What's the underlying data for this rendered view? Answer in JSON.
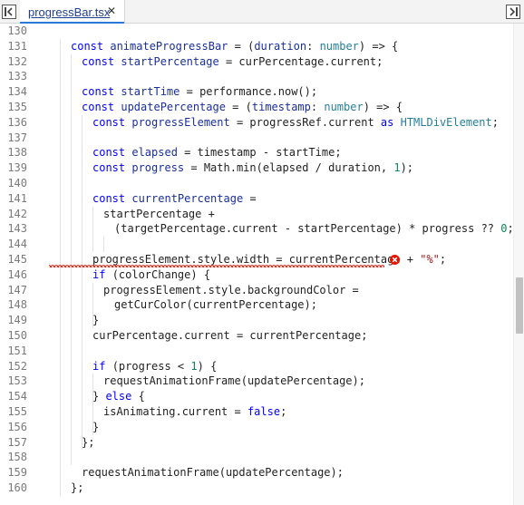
{
  "tab": {
    "label": "progressBar.tsx",
    "close": "✕"
  },
  "colors": {
    "accent": "#2b78d8",
    "error": "#e51400",
    "keyword": "#0000ff",
    "number": "#098658"
  },
  "editor": {
    "lines": [
      {
        "n": "130",
        "tokens": []
      },
      {
        "n": "131",
        "tokens": [
          [
            "kw",
            "const "
          ],
          [
            "var",
            "animateProgressBar"
          ],
          [
            "op",
            " = ("
          ],
          [
            "var",
            "duration"
          ],
          [
            "op",
            ": "
          ],
          [
            "type",
            "number"
          ],
          [
            "op",
            ") => {"
          ]
        ]
      },
      {
        "n": "132",
        "tokens": [
          [
            "kw",
            "const "
          ],
          [
            "var",
            "startPercentage"
          ],
          [
            "op",
            " = curPercentage.current;"
          ]
        ]
      },
      {
        "n": "133",
        "tokens": []
      },
      {
        "n": "134",
        "tokens": [
          [
            "kw",
            "const "
          ],
          [
            "var",
            "startTime"
          ],
          [
            "op",
            " = performance.now();"
          ]
        ]
      },
      {
        "n": "135",
        "tokens": [
          [
            "kw",
            "const "
          ],
          [
            "var",
            "updatePercentage"
          ],
          [
            "op",
            " = ("
          ],
          [
            "var",
            "timestamp"
          ],
          [
            "op",
            ": "
          ],
          [
            "type",
            "number"
          ],
          [
            "op",
            ") => {"
          ]
        ]
      },
      {
        "n": "136",
        "tokens": [
          [
            "kw",
            "const "
          ],
          [
            "var",
            "progressElement"
          ],
          [
            "op",
            " = progressRef.current "
          ],
          [
            "as",
            "as "
          ],
          [
            "cls",
            "HTMLDivElement"
          ],
          [
            "op",
            ";"
          ]
        ]
      },
      {
        "n": "137",
        "tokens": []
      },
      {
        "n": "138",
        "tokens": [
          [
            "kw",
            "const "
          ],
          [
            "var",
            "elapsed"
          ],
          [
            "op",
            " = timestamp - startTime;"
          ]
        ]
      },
      {
        "n": "139",
        "tokens": [
          [
            "kw",
            "const "
          ],
          [
            "var",
            "progress"
          ],
          [
            "op",
            " = Math.min(elapsed / duration, "
          ],
          [
            "num",
            "1"
          ],
          [
            "op",
            ");"
          ]
        ]
      },
      {
        "n": "140",
        "tokens": []
      },
      {
        "n": "141",
        "tokens": [
          [
            "kw",
            "const "
          ],
          [
            "var",
            "currentPercentage"
          ],
          [
            "op",
            " ="
          ]
        ]
      },
      {
        "n": "142",
        "tokens": [
          [
            "op",
            "startPercentage +"
          ]
        ]
      },
      {
        "n": "143",
        "tokens": [
          [
            "op",
            "(targetPercentage.current - startPercentage) * progress ?? "
          ],
          [
            "num",
            "0"
          ],
          [
            "op",
            ";"
          ]
        ]
      },
      {
        "n": "144",
        "tokens": []
      },
      {
        "n": "145",
        "tokens": [
          [
            "op",
            "progressElement.style.width = currentPercentage + "
          ],
          [
            "str",
            "\"%\""
          ],
          [
            "op",
            ";"
          ]
        ]
      },
      {
        "n": "146",
        "tokens": [
          [
            "kw",
            "if "
          ],
          [
            "op",
            "(colorChange) {"
          ]
        ]
      },
      {
        "n": "147",
        "tokens": [
          [
            "op",
            "progressElement.style.backgroundColor ="
          ]
        ]
      },
      {
        "n": "148",
        "tokens": [
          [
            "op",
            "getCurColor(currentPercentage);"
          ]
        ]
      },
      {
        "n": "149",
        "tokens": [
          [
            "op",
            "}"
          ]
        ]
      },
      {
        "n": "150",
        "tokens": [
          [
            "op",
            "curPercentage.current = currentPercentage;"
          ]
        ]
      },
      {
        "n": "151",
        "tokens": []
      },
      {
        "n": "152",
        "tokens": [
          [
            "kw",
            "if "
          ],
          [
            "op",
            "(progress < "
          ],
          [
            "num",
            "1"
          ],
          [
            "op",
            ") {"
          ]
        ]
      },
      {
        "n": "153",
        "tokens": [
          [
            "op",
            "requestAnimationFrame(updatePercentage);"
          ]
        ]
      },
      {
        "n": "154",
        "tokens": [
          [
            "op",
            "} "
          ],
          [
            "kw",
            "else "
          ],
          [
            "op",
            "{"
          ]
        ]
      },
      {
        "n": "155",
        "tokens": [
          [
            "op",
            "isAnimating.current = "
          ],
          [
            "kw",
            "false"
          ],
          [
            "op",
            ";"
          ]
        ]
      },
      {
        "n": "156",
        "tokens": [
          [
            "op",
            "}"
          ]
        ]
      },
      {
        "n": "157",
        "tokens": [
          [
            "op",
            "};"
          ]
        ]
      },
      {
        "n": "158",
        "tokens": []
      },
      {
        "n": "159",
        "tokens": [
          [
            "op",
            "requestAnimationFrame(updatePercentage);"
          ]
        ]
      },
      {
        "n": "160",
        "tokens": [
          [
            "op",
            "};"
          ]
        ]
      }
    ]
  }
}
